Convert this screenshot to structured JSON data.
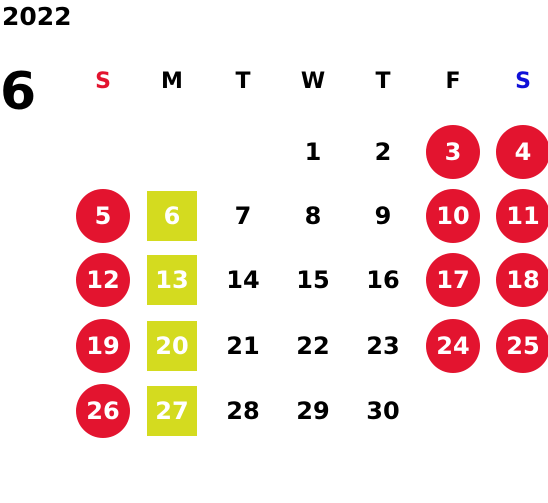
{
  "year": "2022",
  "month": "6",
  "weekdays": [
    {
      "label": "S",
      "color": "#e3142f"
    },
    {
      "label": "M",
      "color": "#000000"
    },
    {
      "label": "T",
      "color": "#000000"
    },
    {
      "label": "W",
      "color": "#000000"
    },
    {
      "label": "T",
      "color": "#000000"
    },
    {
      "label": "F",
      "color": "#000000"
    },
    {
      "label": "S",
      "color": "#1010d8"
    }
  ],
  "days": [
    {
      "day": "1",
      "week": 0,
      "weekday": 3,
      "style": "plain"
    },
    {
      "day": "2",
      "week": 0,
      "weekday": 4,
      "style": "plain"
    },
    {
      "day": "3",
      "week": 0,
      "weekday": 5,
      "style": "circle"
    },
    {
      "day": "4",
      "week": 0,
      "weekday": 6,
      "style": "circle"
    },
    {
      "day": "5",
      "week": 1,
      "weekday": 0,
      "style": "circle"
    },
    {
      "day": "6",
      "week": 1,
      "weekday": 1,
      "style": "square"
    },
    {
      "day": "7",
      "week": 1,
      "weekday": 2,
      "style": "plain"
    },
    {
      "day": "8",
      "week": 1,
      "weekday": 3,
      "style": "plain"
    },
    {
      "day": "9",
      "week": 1,
      "weekday": 4,
      "style": "plain"
    },
    {
      "day": "10",
      "week": 1,
      "weekday": 5,
      "style": "circle"
    },
    {
      "day": "11",
      "week": 1,
      "weekday": 6,
      "style": "circle"
    },
    {
      "day": "12",
      "week": 2,
      "weekday": 0,
      "style": "circle"
    },
    {
      "day": "13",
      "week": 2,
      "weekday": 1,
      "style": "square"
    },
    {
      "day": "14",
      "week": 2,
      "weekday": 2,
      "style": "plain"
    },
    {
      "day": "15",
      "week": 2,
      "weekday": 3,
      "style": "plain"
    },
    {
      "day": "16",
      "week": 2,
      "weekday": 4,
      "style": "plain"
    },
    {
      "day": "17",
      "week": 2,
      "weekday": 5,
      "style": "circle"
    },
    {
      "day": "18",
      "week": 2,
      "weekday": 6,
      "style": "circle"
    },
    {
      "day": "19",
      "week": 3,
      "weekday": 0,
      "style": "circle"
    },
    {
      "day": "20",
      "week": 3,
      "weekday": 1,
      "style": "square"
    },
    {
      "day": "21",
      "week": 3,
      "weekday": 2,
      "style": "plain"
    },
    {
      "day": "22",
      "week": 3,
      "weekday": 3,
      "style": "plain"
    },
    {
      "day": "23",
      "week": 3,
      "weekday": 4,
      "style": "plain"
    },
    {
      "day": "24",
      "week": 3,
      "weekday": 5,
      "style": "circle"
    },
    {
      "day": "25",
      "week": 3,
      "weekday": 6,
      "style": "circle"
    },
    {
      "day": "26",
      "week": 4,
      "weekday": 0,
      "style": "circle"
    },
    {
      "day": "27",
      "week": 4,
      "weekday": 1,
      "style": "square"
    },
    {
      "day": "28",
      "week": 4,
      "weekday": 2,
      "style": "plain"
    },
    {
      "day": "29",
      "week": 4,
      "weekday": 3,
      "style": "plain"
    },
    {
      "day": "30",
      "week": 4,
      "weekday": 4,
      "style": "plain"
    }
  ],
  "colors": {
    "holiday_circle": "#e3142f",
    "highlight_square": "#d4db1f"
  }
}
